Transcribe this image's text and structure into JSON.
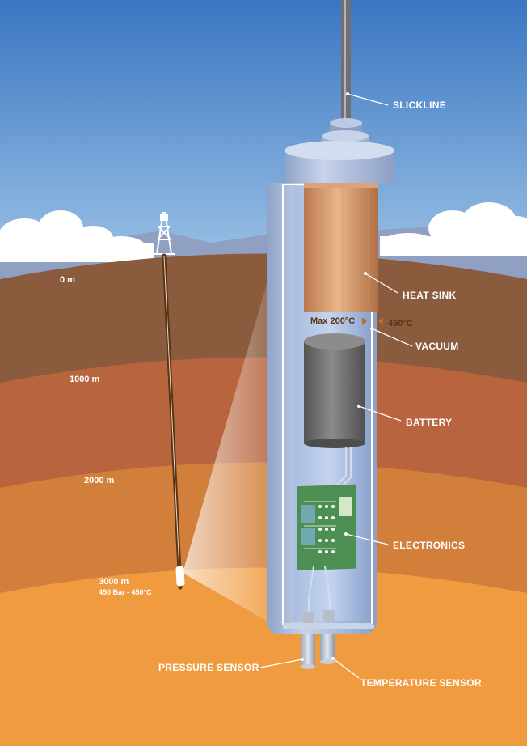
{
  "labels": {
    "slickline": "SLICKLINE",
    "heat_sink": "HEAT SINK",
    "vacuum": "VACUUM",
    "battery": "BATTERY",
    "electronics": "ELECTRONICS",
    "pressure_sensor": "PRESSURE SENSOR",
    "temperature_sensor": "TEMPERATURE SENSOR"
  },
  "depths": {
    "d0": "0 m",
    "d1000": "1000 m",
    "d2000": "2000 m",
    "d3000": "3000 m",
    "bottom_conditions": "450 Bar - 450°C"
  },
  "temperatures": {
    "max_inside": "Max 200°C",
    "outside": "450°C"
  },
  "colors": {
    "sky_top": "#3b78c3",
    "sky_bottom": "#9cc2e6",
    "layer_0": "#8a5a3c",
    "layer_1": "#b8653e",
    "layer_2": "#d37e3a",
    "layer_3": "#f09a3e",
    "tool_body": "#a9b9d6",
    "heat_sink": "#c98a5e",
    "battery": "#6e6e6e",
    "pcb": "#4f8f54"
  }
}
